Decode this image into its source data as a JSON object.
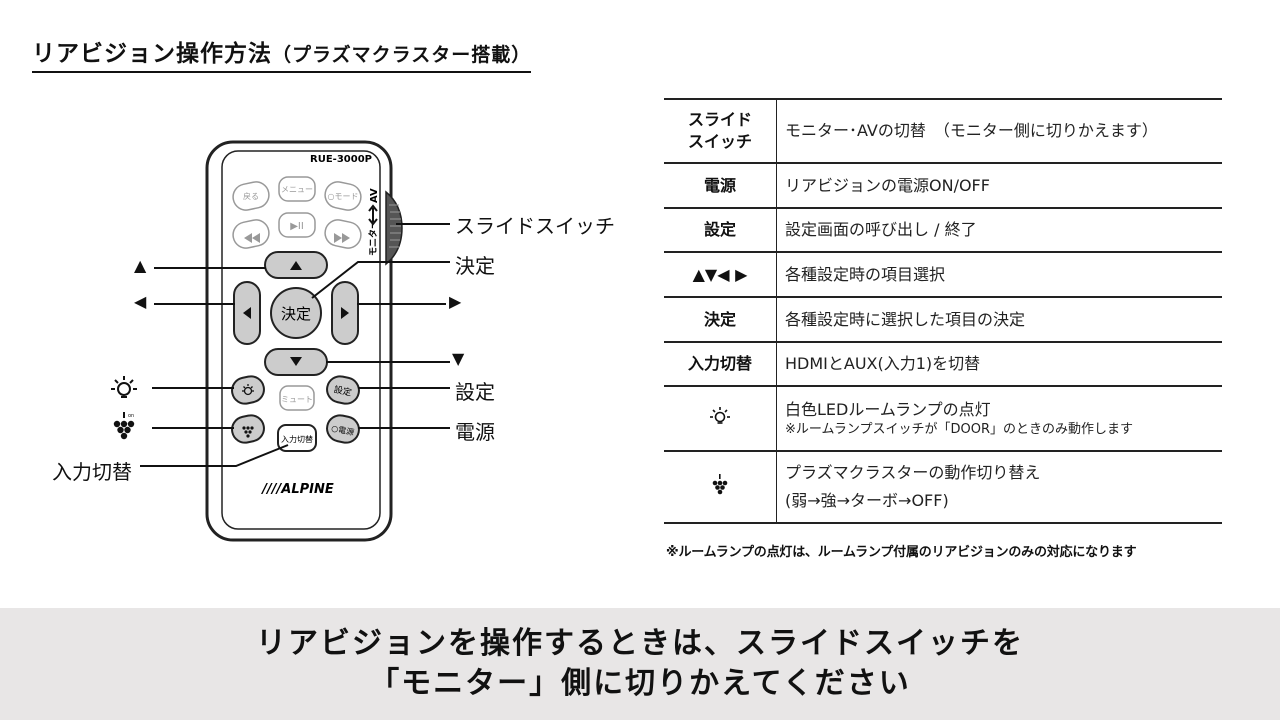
{
  "title": {
    "main": "リアビジョン操作方法",
    "sub": "（プラズマクラスター搭載）"
  },
  "remote": {
    "model": "RUE-3000P",
    "brand": "////ALPINE",
    "buttons": {
      "back": "戻る",
      "menu": "メニュー",
      "mode": "○モード",
      "play": "▶II",
      "enter": "決定",
      "mute": "ミュート",
      "setting": "設定",
      "power": "○電源",
      "input": "入力切替"
    },
    "switch_labels": {
      "monitor": "モニター",
      "av": "AV"
    }
  },
  "callouts": {
    "slide_switch": "スライドスイッチ",
    "enter": "決定",
    "up": "▲",
    "left": "◀",
    "right": "▶",
    "down": "▼",
    "setting": "設定",
    "power": "電源",
    "input": "入力切替",
    "lamp_icon": "-̇Ö-",
    "plasma_icon": "plasma-icon"
  },
  "table": {
    "rows": [
      {
        "key": "スライド\nスイッチ",
        "desc": "モニター･AVの切替　（モニター側に切りかえます）"
      },
      {
        "key": "電源",
        "desc": "リアビジョンの電源ON/OFF"
      },
      {
        "key": "設定",
        "desc": "設定画面の呼び出し / 終了"
      },
      {
        "key": "▲▼◀ ▶",
        "desc": "各種設定時の項目選択"
      },
      {
        "key": "決定",
        "desc": "各種設定時に選択した項目の決定"
      },
      {
        "key": "入力切替",
        "desc": "HDMIとAUX(入力1)を切替"
      },
      {
        "key": "",
        "desc": "白色LEDルームランプの点灯",
        "note": "※ルームランプスイッチが「DOOR」のときのみ動作します"
      },
      {
        "key": "",
        "desc": "プラズマクラスターの動作切り替え",
        "note": "(弱→強→ターボ→OFF)"
      }
    ],
    "footnote": "※ルームランプの点灯は、ルームランプ付属のリアビジョンのみの対応になります"
  },
  "banner": {
    "line1": "リアビジョンを操作するときは、スライドスイッチを",
    "line2": "「モニター」側に切りかえてください"
  }
}
